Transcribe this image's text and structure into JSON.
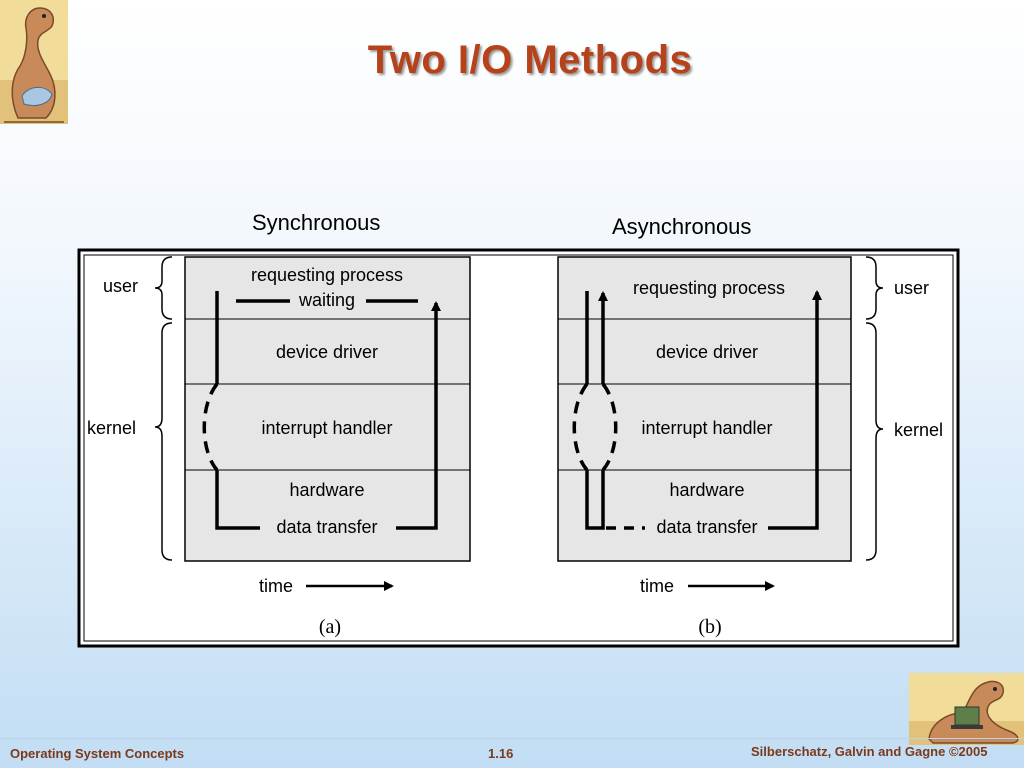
{
  "slide": {
    "title": "Two I/O Methods"
  },
  "panels": {
    "sync": {
      "heading": "Synchronous",
      "caption": "(a)",
      "time_label": "time",
      "side_labels": {
        "user": "user",
        "kernel": "kernel"
      },
      "layers": {
        "requesting_process": "requesting process",
        "waiting": "waiting",
        "device_driver": "device driver",
        "interrupt_handler": "interrupt handler",
        "hardware": "hardware",
        "data_transfer": "data transfer"
      }
    },
    "async": {
      "heading": "Asynchronous",
      "caption": "(b)",
      "time_label": "time",
      "side_labels": {
        "user": "user",
        "kernel": "kernel"
      },
      "layers": {
        "requesting_process": "requesting process",
        "device_driver": "device driver",
        "interrupt_handler": "interrupt handler",
        "hardware": "hardware",
        "data_transfer": "data transfer"
      }
    }
  },
  "footer": {
    "left": "Operating System Concepts",
    "center": "1.16",
    "right": "Silberschatz, Galvin and Gagne ©2005"
  },
  "colors": {
    "title": "#b5421a",
    "footer_text": "#7a3a1a",
    "layer_fill": "#e6e6e6",
    "label_bg": "#ececec"
  }
}
